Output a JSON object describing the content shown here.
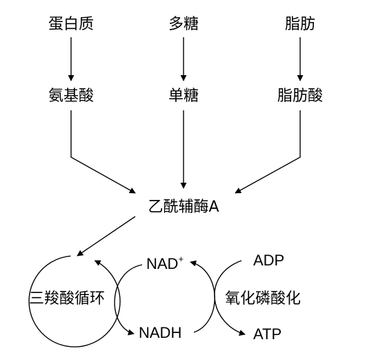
{
  "sources": [
    "蛋白质",
    "多糖",
    "脂肪"
  ],
  "monomers": [
    "氨基酸",
    "单糖",
    "脂肪酸"
  ],
  "hub": "乙酰辅酶A",
  "cycle": "三羧酸循环",
  "carrier_ox": "NAD",
  "carrier_ox_sup": "+",
  "carrier_red": "NADH",
  "phos": "氧化磷酸化",
  "adp": "ADP",
  "atp": "ATP"
}
